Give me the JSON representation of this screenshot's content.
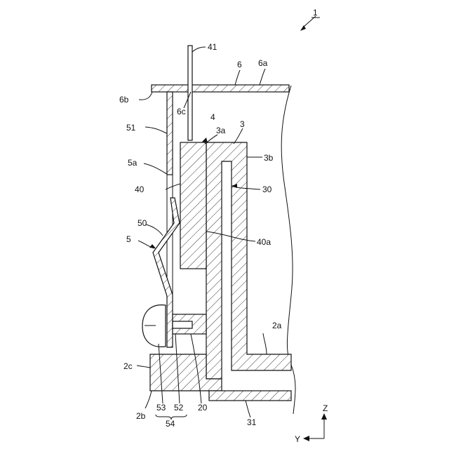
{
  "figure": {
    "ref_main": "1",
    "labels": {
      "l41": "41",
      "l6": "6",
      "l6a": "6a",
      "l6b": "6b",
      "l6c": "6c",
      "l4": "4",
      "l3a": "3a",
      "l3": "3",
      "l51": "51",
      "l3b": "3b",
      "l5a": "5a",
      "l40": "40",
      "l30": "30",
      "l50": "50",
      "l40a": "40a",
      "l5": "5",
      "l2a": "2a",
      "l2c": "2c",
      "l2b": "2b",
      "l53": "53",
      "l52": "52",
      "l20": "20",
      "l31": "31",
      "l54": "54"
    },
    "axes": {
      "z": "Z",
      "y": "Y"
    }
  }
}
